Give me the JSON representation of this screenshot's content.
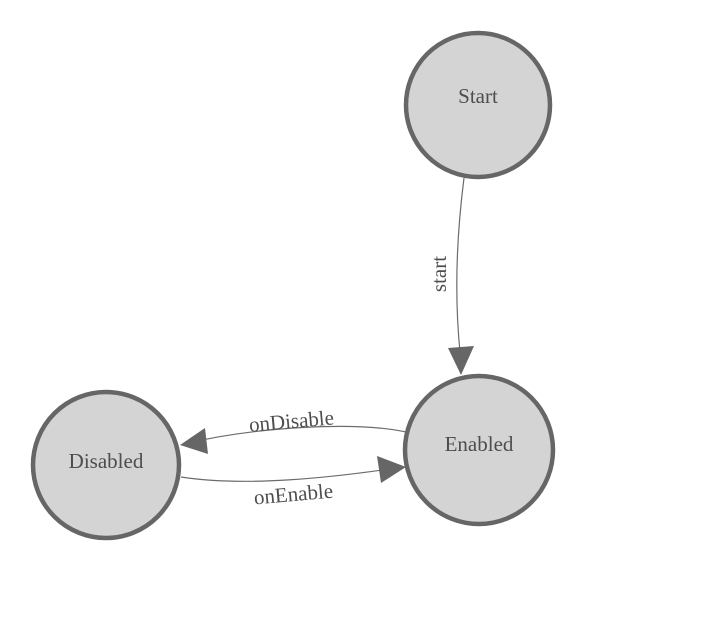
{
  "colors": {
    "background": "#ffffff",
    "node_fill": "#d4d4d4",
    "node_stroke": "#666666",
    "edge": "#6b6b6b",
    "arrow": "#666666",
    "text": "#4d4d4d"
  },
  "diagram": {
    "type": "state-machine",
    "nodes": [
      {
        "id": "Start",
        "label": "Start"
      },
      {
        "id": "Enabled",
        "label": "Enabled"
      },
      {
        "id": "Disabled",
        "label": "Disabled"
      }
    ],
    "edges": [
      {
        "from": "Start",
        "to": "Enabled",
        "label": "start"
      },
      {
        "from": "Enabled",
        "to": "Disabled",
        "label": "onDisable"
      },
      {
        "from": "Disabled",
        "to": "Enabled",
        "label": "onEnable"
      }
    ]
  }
}
